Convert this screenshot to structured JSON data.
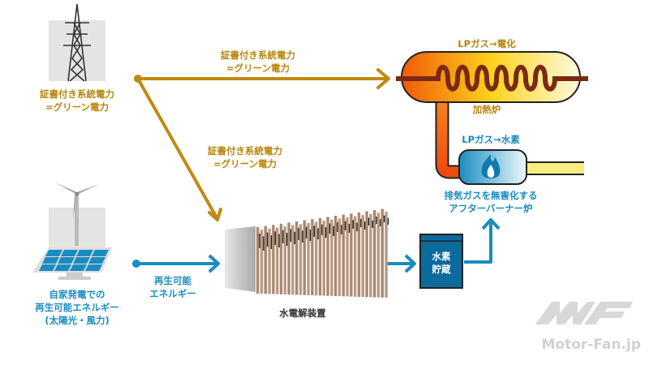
{
  "labels": {
    "grid_source": [
      "証書付き系統電力",
      "=グリーン電力"
    ],
    "grid_to_heater": [
      "証書付き系統電力",
      "=グリーン電力"
    ],
    "grid_to_electrolyzer": [
      "証書付き系統電力",
      "=グリーン電力"
    ],
    "self_generation": [
      "自家発電での",
      "再生可能エネルギー",
      "(太陽光・風力)"
    ],
    "renewable_arrow": [
      "再生可能",
      "エネルギー"
    ],
    "electrolyzer": "水電解装置",
    "hydrogen_storage": [
      "水素",
      "貯蔵"
    ],
    "heater_title": "LPガス→電化",
    "heater_name": "加熱炉",
    "afterburner_title": "LPガス→水素",
    "afterburner_name": [
      "排気ガスを無害化する",
      "アフターバーナー炉"
    ]
  },
  "watermark": "Motor-Fan.jp",
  "colors": {
    "green_power": "#c08a12",
    "renewable": "#1a8cc0",
    "storage": "#0d6a9c",
    "coil": "#7a2a12"
  }
}
